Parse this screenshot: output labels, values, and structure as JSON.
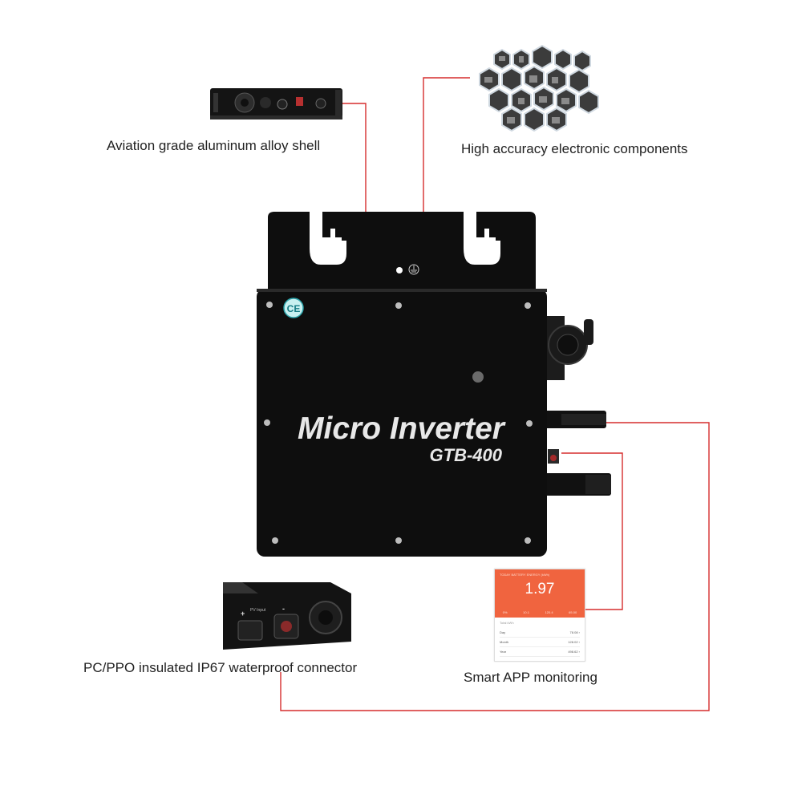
{
  "colors": {
    "leader_line": "#d62d2d",
    "device_body": "#0e0e0e",
    "app_accent": "#f0643f"
  },
  "captions": {
    "shell": "Aviation grade aluminum alloy shell",
    "components": "High accuracy electronic components",
    "connector": "PC/PPO insulated IP67 waterproof connector",
    "app": "Smart APP monitoring"
  },
  "device": {
    "brand_text": "Micro Inverter",
    "model_text": "GTB-400",
    "ce_mark": "CE",
    "ground_symbol": "ground-icon"
  },
  "connector_photo": {
    "label_plus": "+",
    "label_minus": "-",
    "label_pv": "PV Input"
  },
  "app_screen": {
    "header": "TODAY BATTERY ENERGY (kWh)",
    "value": "1.97",
    "stats": [
      "0%",
      "10.1",
      "120.4",
      "65.00"
    ],
    "list_title": "Total kWh",
    "rows": [
      {
        "label": "Day",
        "value": "78.08 ›"
      },
      {
        "label": "Month",
        "value": "128.02 ›"
      },
      {
        "label": "Year",
        "value": "498.62 ›"
      }
    ]
  }
}
